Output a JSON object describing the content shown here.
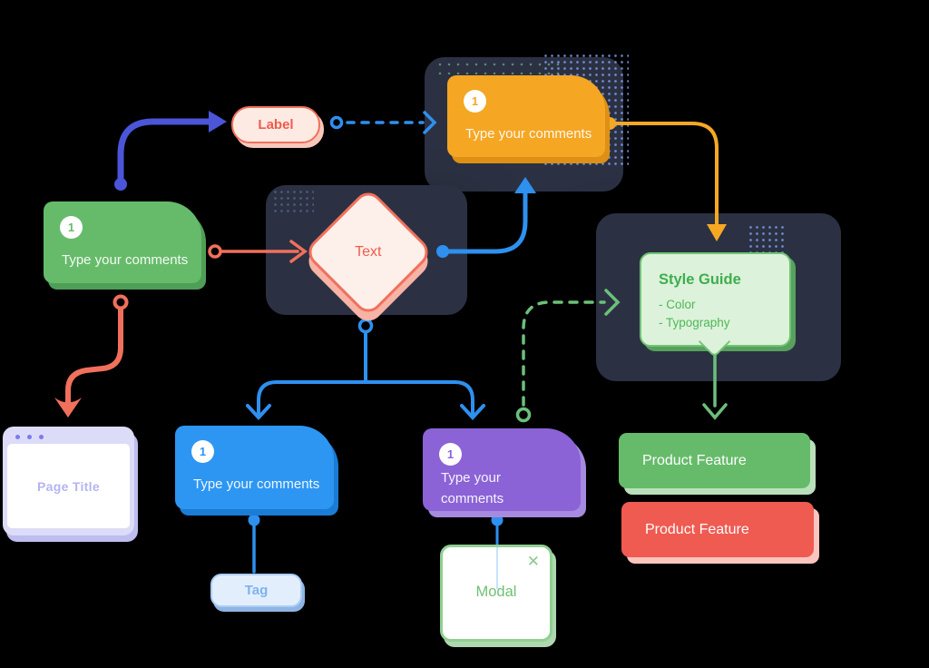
{
  "colors": {
    "background": "#000000",
    "card": "#2b3142",
    "green": "#66bb6a",
    "orange": "#f5a623",
    "blue": "#2d96f3",
    "purple": "#8b63d6",
    "coral": "#f1705c",
    "indigo": "#4b55d8",
    "bubble_green": "#ddf2da",
    "lavender": "#dcdcf8"
  },
  "nodes": {
    "comment_green": {
      "badge": "1",
      "text": "Type your comments"
    },
    "comment_orange": {
      "badge": "1",
      "text": "Type your comments"
    },
    "comment_blue": {
      "badge": "1",
      "text": "Type your comments"
    },
    "comment_purple": {
      "badge": "1",
      "text": "Type your comments"
    },
    "label": {
      "text": "Label"
    },
    "diamond": {
      "text": "Text"
    },
    "style_guide": {
      "title": "Style Guide",
      "items": [
        "- Color",
        "- Typography"
      ]
    },
    "product_green": {
      "label": "Product Feature"
    },
    "product_red": {
      "label": "Product Feature"
    },
    "window": {
      "title": "Page Title"
    },
    "tag": {
      "text": "Tag"
    },
    "modal": {
      "title": "Modal",
      "close_icon": "✕"
    }
  }
}
